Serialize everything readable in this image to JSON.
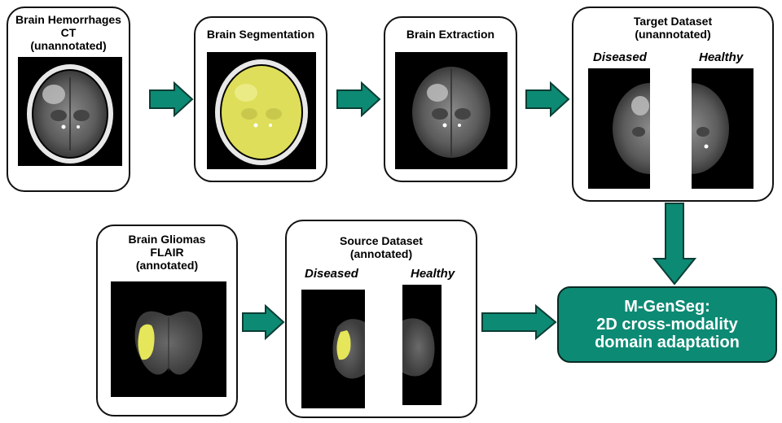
{
  "colors": {
    "teal": "#0d8a74",
    "mask": "#e6e65a",
    "arrow_dark": "#0b3d34"
  },
  "cards": {
    "hemorrhages": {
      "title": [
        "Brain Hemorrhages",
        "CT",
        "(unannotated)"
      ]
    },
    "segmentation": {
      "title": [
        "Brain Segmentation"
      ]
    },
    "extraction": {
      "title": [
        "Brain Extraction"
      ]
    },
    "target": {
      "title": [
        "Target Dataset",
        "(unannotated)"
      ],
      "diseased": "Diseased",
      "healthy": "Healthy"
    },
    "gliomas": {
      "title": [
        "Brain Gliomas",
        "FLAIR",
        "(annotated)"
      ]
    },
    "source": {
      "title": [
        "Source Dataset",
        "(annotated)"
      ],
      "diseased": "Diseased",
      "healthy": "Healthy"
    }
  },
  "result": {
    "lines": [
      "M-GenSeg:",
      "2D cross-modality",
      "domain adaptation"
    ]
  }
}
